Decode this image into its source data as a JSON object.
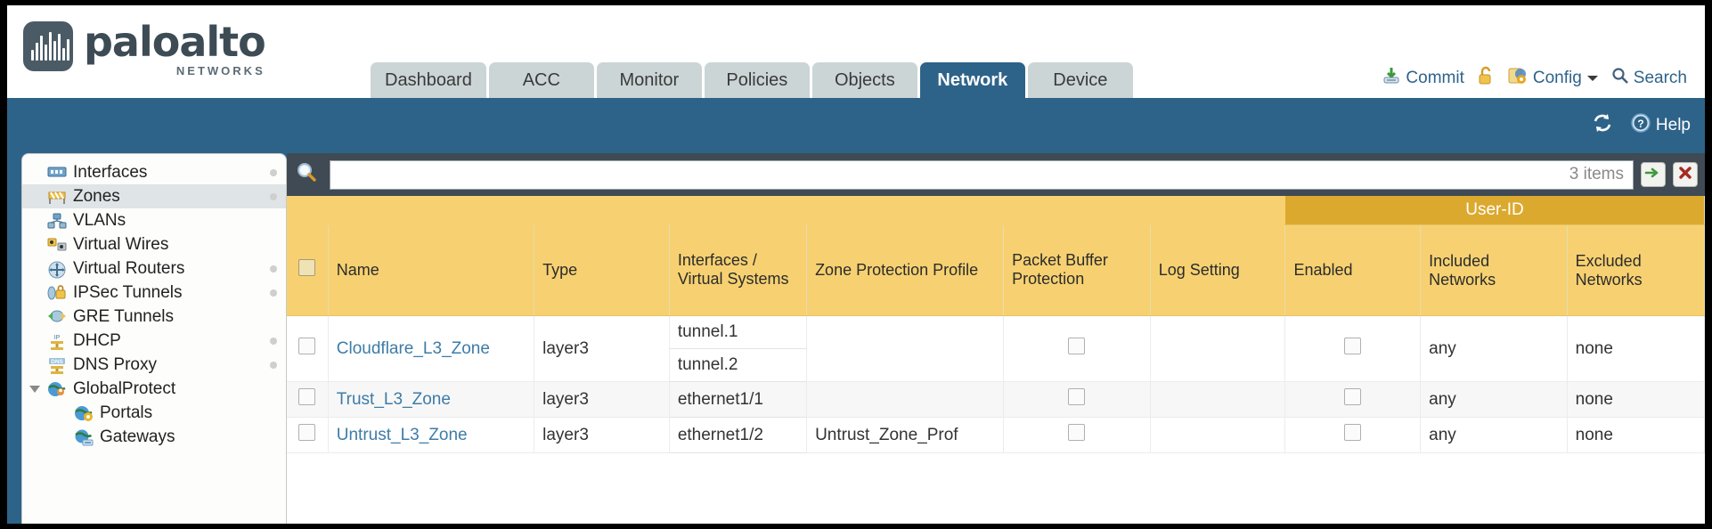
{
  "header": {
    "brand_primary": "paloalto",
    "brand_secondary": "NETWORKS",
    "brand_reg": "®",
    "tabs": [
      {
        "label": "Dashboard",
        "active": false
      },
      {
        "label": "ACC",
        "active": false
      },
      {
        "label": "Monitor",
        "active": false
      },
      {
        "label": "Policies",
        "active": false
      },
      {
        "label": "Objects",
        "active": false
      },
      {
        "label": "Network",
        "active": true
      },
      {
        "label": "Device",
        "active": false
      }
    ],
    "actions": [
      {
        "label": "Commit",
        "icon": "commit-download-icon"
      },
      {
        "label": "",
        "icon": "unlock-padlock-icon"
      },
      {
        "label": "Config",
        "icon": "config-wrench-icon",
        "has_dropdown": true
      },
      {
        "label": "Search",
        "icon": "search-magnifier-icon"
      }
    ]
  },
  "bluebar": {
    "refresh_icon": "refresh-icon",
    "help_label": "Help",
    "help_icon": "help-question-icon"
  },
  "sidebar": {
    "items": [
      {
        "label": "Interfaces",
        "icon": "interfaces-icon",
        "selected": false,
        "child": false,
        "dot": true,
        "caret": false
      },
      {
        "label": "Zones",
        "icon": "zones-icon",
        "selected": true,
        "child": false,
        "dot": true,
        "caret": false
      },
      {
        "label": "VLANs",
        "icon": "vlans-icon",
        "selected": false,
        "child": false,
        "dot": false,
        "caret": false
      },
      {
        "label": "Virtual Wires",
        "icon": "virtual-wires-icon",
        "selected": false,
        "child": false,
        "dot": false,
        "caret": false
      },
      {
        "label": "Virtual Routers",
        "icon": "virtual-routers-icon",
        "selected": false,
        "child": false,
        "dot": true,
        "caret": false
      },
      {
        "label": "IPSec Tunnels",
        "icon": "ipsec-tunnels-icon",
        "selected": false,
        "child": false,
        "dot": true,
        "caret": false
      },
      {
        "label": "GRE Tunnels",
        "icon": "gre-tunnels-icon",
        "selected": false,
        "child": false,
        "dot": false,
        "caret": false
      },
      {
        "label": "DHCP",
        "icon": "dhcp-icon",
        "selected": false,
        "child": false,
        "dot": true,
        "caret": false
      },
      {
        "label": "DNS Proxy",
        "icon": "dns-proxy-icon",
        "selected": false,
        "child": false,
        "dot": true,
        "caret": false
      },
      {
        "label": "GlobalProtect",
        "icon": "globalprotect-icon",
        "selected": false,
        "child": false,
        "dot": false,
        "caret": true
      },
      {
        "label": "Portals",
        "icon": "portals-icon",
        "selected": false,
        "child": true,
        "dot": false,
        "caret": false
      },
      {
        "label": "Gateways",
        "icon": "gateways-icon",
        "selected": false,
        "child": true,
        "dot": false,
        "caret": false
      }
    ]
  },
  "search": {
    "icon": "search-magnifier-icon",
    "value": "",
    "placeholder": "",
    "item_count": "3 items",
    "apply_icon": "green-arrow-icon",
    "clear_icon": "red-x-icon"
  },
  "table": {
    "group_header": {
      "label": "User-ID",
      "spans": 3
    },
    "columns": [
      "Name",
      "Type",
      "Interfaces / Virtual Systems",
      "Zone Protection Profile",
      "Packet Buffer Protection",
      "Log Setting",
      "Enabled",
      "Included Networks",
      "Excluded Networks"
    ],
    "rows": [
      {
        "name": "Cloudflare_L3_Zone",
        "type": "layer3",
        "interfaces": [
          "tunnel.1",
          "tunnel.2"
        ],
        "zone_protection_profile": "",
        "packet_buffer_protection": false,
        "log_setting": "",
        "userid_enabled": false,
        "included_networks": "any",
        "excluded_networks": "none"
      },
      {
        "name": "Trust_L3_Zone",
        "type": "layer3",
        "interfaces": [
          "ethernet1/1"
        ],
        "zone_protection_profile": "",
        "packet_buffer_protection": false,
        "log_setting": "",
        "userid_enabled": false,
        "included_networks": "any",
        "excluded_networks": "none"
      },
      {
        "name": "Untrust_L3_Zone",
        "type": "layer3",
        "interfaces": [
          "ethernet1/2"
        ],
        "zone_protection_profile": "Untrust_Zone_Prof",
        "packet_buffer_protection": false,
        "log_setting": "",
        "userid_enabled": false,
        "included_networks": "any",
        "excluded_networks": "none"
      }
    ]
  },
  "colors": {
    "nav_active": "#2e6389",
    "header_gold": "#f7d171",
    "group_gold": "#dca92f",
    "link_blue": "#3d7ca8",
    "toolbar_dark": "#3f4a54"
  }
}
